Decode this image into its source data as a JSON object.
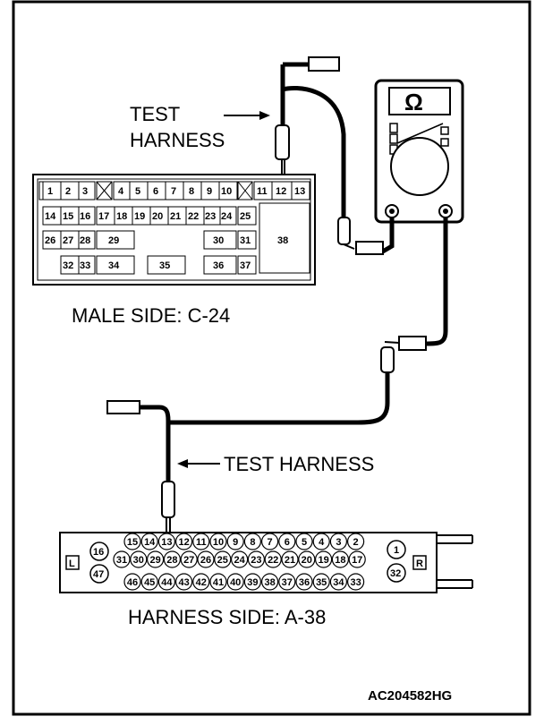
{
  "labels": {
    "test_harness_top_line1": "TEST",
    "test_harness_top_line2": "HARNESS",
    "test_harness_bottom": "TEST HARNESS",
    "male_side": "MALE SIDE: C-24",
    "harness_side": "HARNESS SIDE: A-38",
    "figure_code": "AC204582HG",
    "meter_symbol": "Ω"
  },
  "male_connector": {
    "row1": [
      "1",
      "2",
      "3",
      "4",
      "5",
      "6",
      "7",
      "8",
      "9",
      "10",
      "11",
      "12",
      "13"
    ],
    "row2": [
      "14",
      "15",
      "16",
      "17",
      "18",
      "19",
      "20",
      "21",
      "22",
      "23",
      "24",
      "25"
    ],
    "row3": [
      "26",
      "27",
      "28",
      "29",
      "30",
      "31",
      "38"
    ],
    "row4": [
      "32",
      "33",
      "34",
      "35",
      "36",
      "37"
    ]
  },
  "female_connector": {
    "left_top": "16",
    "left_bottom": "47",
    "left_marker": "L",
    "right_top": "1",
    "right_bottom": "32",
    "right_marker": "R",
    "row1": [
      "15",
      "14",
      "13",
      "12",
      "11",
      "10",
      "9",
      "8",
      "7",
      "6",
      "5",
      "4",
      "3",
      "2"
    ],
    "row2": [
      "31",
      "30",
      "29",
      "28",
      "27",
      "26",
      "25",
      "24",
      "23",
      "22",
      "21",
      "20",
      "19",
      "18",
      "17"
    ],
    "row3": [
      "46",
      "45",
      "44",
      "43",
      "42",
      "41",
      "40",
      "39",
      "38",
      "37",
      "36",
      "35",
      "34",
      "33"
    ]
  }
}
